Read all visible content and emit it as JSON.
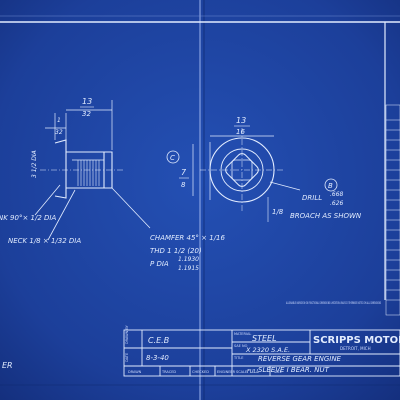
{
  "colors": {
    "paper": "#1c3f9a",
    "paper_dark": "#17358a",
    "line": "#e2ecff"
  },
  "drawing": {
    "dims": {
      "flange_width_num": "1",
      "flange_width_den": "32",
      "overall_num": "13",
      "overall_den": "32",
      "side_dim": "3 1/2 DIA",
      "top_center_num": "13",
      "top_center_den": "16",
      "vert_center_num": "7",
      "vert_center_den": "8",
      "small_dim": "1/8",
      "circle_c": "C",
      "circle_b": "B"
    },
    "notes": {
      "countersink": "NK 90°× 1/2 DIA",
      "neck": "NECK 1/8 × 1/32 DIA",
      "chamfer": "CHAMFER 45° × 1/16",
      "thread": "THD 1 1/2 (20)",
      "thread_pd_label": "P DIA",
      "thread_pd_1": "1.1930",
      "thread_pd_2": "1.1915",
      "drill_label": "DRILL",
      "drill_1": ".668",
      "drill_2": ".626",
      "broach": "BROACH AS SHOWN",
      "tolerance_note": "ALLOWABLE VARIATION ON FRACTIONAL DIMENSIONS LIMITATION UNLESS OTHERWISE NOTED ON ALL DIMENSIONS",
      "bottom_left_fragment": "ER"
    },
    "title_block": {
      "company": "SCRIPPS MOTOR",
      "company_sub": "DETROIT, MICH",
      "material_label": "MATERIAL",
      "material_value": "STEEL",
      "part_ref_label": "SAE NO",
      "part_ref_value": "X 2320 S.A.E.",
      "title_label": "TITLE",
      "title_line1": "REVERSE GEAR ENGINE",
      "title_line2": "SLEEVE  I  BEAR. NUT",
      "drawn_initials": "C.E.B",
      "date": "8-3-40",
      "footer_labels": [
        "DRAWN",
        "TRACED",
        "CHECKED",
        "ENGINEER",
        "SCALE",
        "SIZE"
      ],
      "scale_value": "FULL",
      "side_labels": [
        "DRAWN BY",
        "DATE"
      ]
    }
  }
}
